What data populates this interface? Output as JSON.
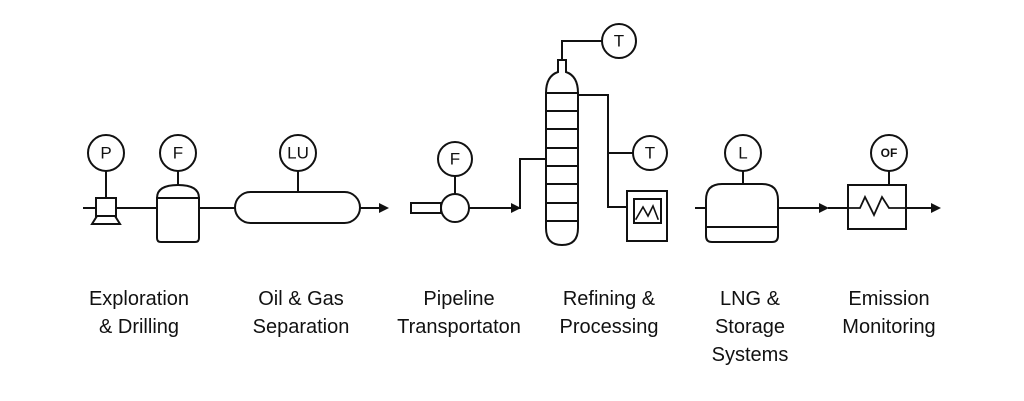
{
  "diagram": {
    "type": "process-flow-diagram",
    "colors": {
      "line": "#111111",
      "background": "#ffffff"
    },
    "stages": [
      {
        "id": "exploration",
        "label_lines": [
          "Exploration",
          "& Drilling"
        ],
        "equipment": "wellhead-valve-and-vessel",
        "instruments": [
          "P",
          "F"
        ]
      },
      {
        "id": "separation",
        "label_lines": [
          "Oil & Gas",
          "Separation"
        ],
        "equipment": "horizontal-separator",
        "instruments": [
          "LU"
        ]
      },
      {
        "id": "pipeline",
        "label_lines": [
          "Pipeline",
          "Transportaton"
        ],
        "equipment": "pump-with-pipe",
        "instruments": [
          "F"
        ]
      },
      {
        "id": "refining",
        "label_lines": [
          "Refining &",
          "Processing"
        ],
        "equipment": "distillation-column-with-analyzer",
        "instruments": [
          "T",
          "T"
        ]
      },
      {
        "id": "lng",
        "label_lines": [
          "LNG &",
          "Storage",
          "Systems"
        ],
        "equipment": "storage-tank",
        "instruments": [
          "L"
        ]
      },
      {
        "id": "emission",
        "label_lines": [
          "Emission",
          "Monitoring"
        ],
        "equipment": "heat-exchanger",
        "instruments": [
          "OF"
        ]
      }
    ]
  }
}
